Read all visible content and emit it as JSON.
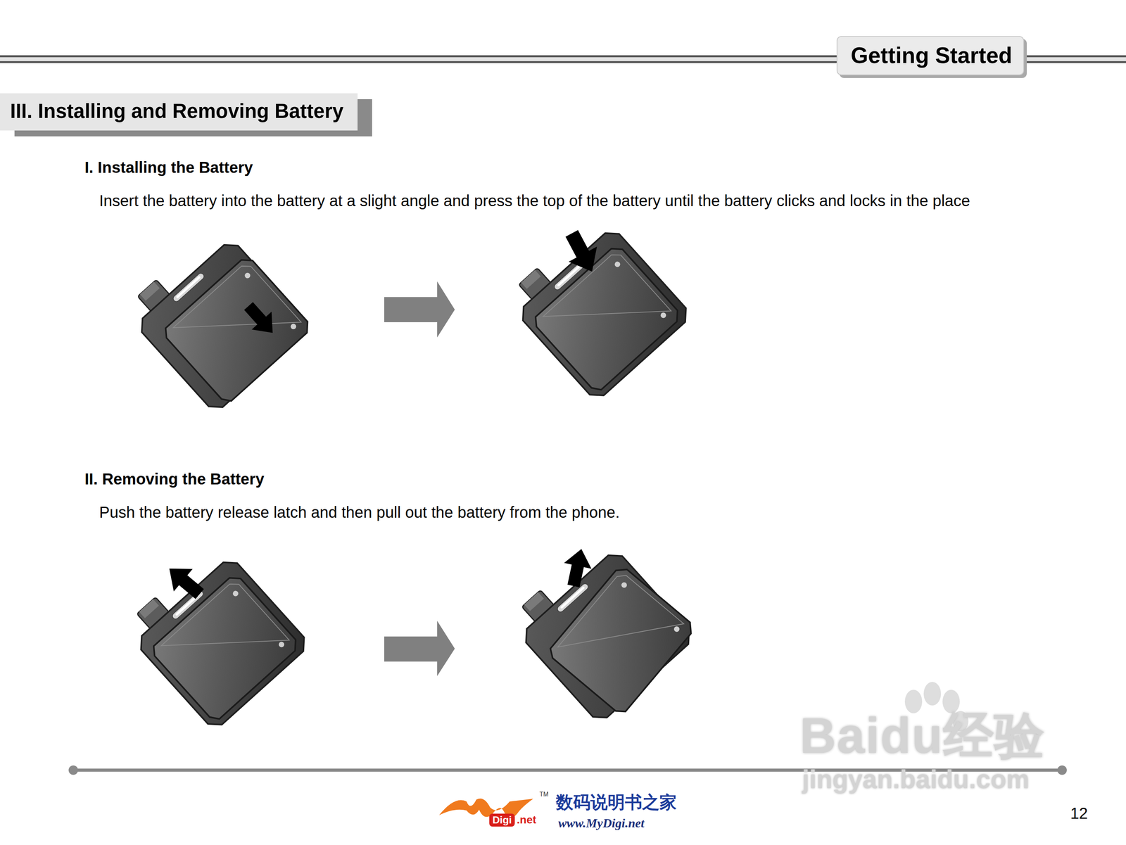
{
  "diagram": {
    "nodes": [
      {
        "text": [
          "Getting Started"
        ]
      },
      {
        "text": [
          "III. Installing and Removing Battery"
        ]
      }
    ],
    "labels": [
      "I. Installing the Battery",
      "Insert the battery into the battery at a slight angle and press the top of the battery until the battery clicks and locks in the place",
      "II. Removing the Battery",
      "Push the battery release latch and then pull out the battery from the phone.",
      "Baidu经验",
      "jingyan.baidu.com",
      "TM",
      "Digi",
      ".net",
      "数码说明书之家",
      "www.MyDigi.net",
      "12"
    ]
  }
}
